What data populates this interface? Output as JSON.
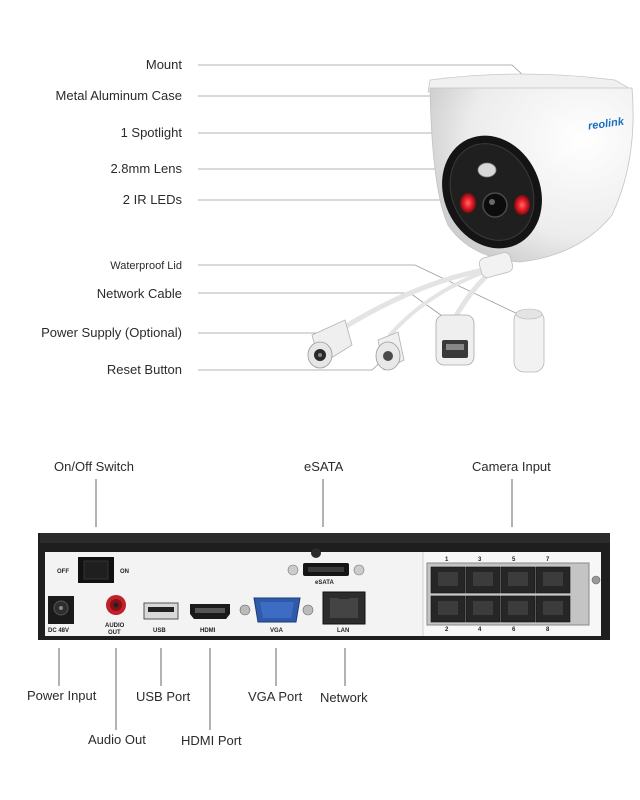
{
  "camera": {
    "brand": "reolink",
    "callouts": [
      {
        "id": "mount",
        "label": "Mount"
      },
      {
        "id": "case",
        "label": "Metal Aluminum Case"
      },
      {
        "id": "spotlight",
        "label": "1 Spotlight"
      },
      {
        "id": "lens",
        "label": "2.8mm Lens"
      },
      {
        "id": "ir",
        "label": "2 IR LEDs"
      },
      {
        "id": "lid",
        "label": "Waterproof Lid"
      },
      {
        "id": "cable",
        "label": "Network Cable"
      },
      {
        "id": "power",
        "label": "Power Supply (Optional)"
      },
      {
        "id": "reset",
        "label": "Reset Button"
      }
    ]
  },
  "nvr": {
    "top_callouts": [
      {
        "id": "onoff",
        "label": "On/Off Switch"
      },
      {
        "id": "esata",
        "label": "eSATA"
      },
      {
        "id": "camin",
        "label": "Camera Input"
      }
    ],
    "bottom_callouts": [
      {
        "id": "powerin",
        "label": "Power Input"
      },
      {
        "id": "audio",
        "label": "Audio Out"
      },
      {
        "id": "usb",
        "label": "USB Port"
      },
      {
        "id": "hdmi",
        "label": "HDMI Port"
      },
      {
        "id": "vga",
        "label": "VGA Port"
      },
      {
        "id": "network",
        "label": "Network"
      }
    ],
    "panel_text": {
      "off": "OFF",
      "on": "ON",
      "esata": "eSATA",
      "dc": "DC 48V",
      "audio_line1": "AUDIO",
      "audio_line2": "OUT",
      "usb": "USB",
      "hdmi": "HDMI",
      "vga": "VGA",
      "lan": "LAN",
      "port_top": [
        "1",
        "3",
        "5",
        "7"
      ],
      "port_bottom": [
        "2",
        "4",
        "6",
        "8"
      ]
    }
  },
  "colors": {
    "ir_led": "#e8202a",
    "chassis": "#1e1e1e",
    "panel": "#f4f4f4"
  }
}
